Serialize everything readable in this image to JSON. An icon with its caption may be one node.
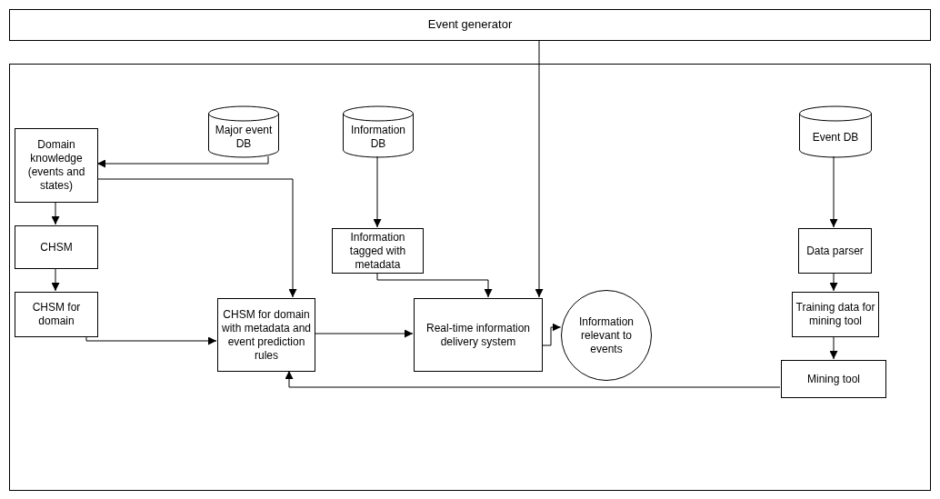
{
  "diagram": {
    "nodes": [
      {
        "text": [
          "Event generator"
        ]
      },
      {
        "text": [],
        "shape": "box"
      },
      {
        "text": [
          "Domain knowledge (events and states)"
        ],
        "in": 1
      },
      {
        "text": [
          "Major event DB"
        ],
        "in": 1
      },
      {
        "text": [
          "Information DB"
        ],
        "in": 1
      },
      {
        "text": [
          "Event DB"
        ],
        "in": 1
      },
      {
        "text": [
          "CHSM"
        ],
        "in": 1
      },
      {
        "text": [
          "Information tagged with metadata"
        ],
        "in": 1
      },
      {
        "text": [
          "Data parser"
        ],
        "in": 1
      },
      {
        "text": [
          "CHSM for domain"
        ],
        "in": 1
      },
      {
        "text": [
          "Training data for mining tool"
        ],
        "in": 1
      },
      {
        "text": [
          "CHSM for domain with metadata and event prediction rules"
        ],
        "in": 1
      },
      {
        "text": [
          "Real-time information delivery system"
        ],
        "in": 1
      },
      {
        "text": [
          "Information relevant to events"
        ],
        "in": 1
      },
      {
        "text": [
          "Mining tool"
        ],
        "in": 1
      }
    ],
    "edges": [
      {
        "from": 0,
        "to": 12,
        "arrow": "to"
      },
      {
        "from": 3,
        "to": 2,
        "arrow": "to"
      },
      {
        "from": 2,
        "to": 11,
        "arrow": "to"
      },
      {
        "from": 2,
        "to": 6,
        "arrow": "to"
      },
      {
        "from": 6,
        "to": 9,
        "arrow": "to"
      },
      {
        "from": 9,
        "to": 11,
        "arrow": "to"
      },
      {
        "from": 4,
        "to": 7,
        "arrow": "to"
      },
      {
        "from": 7,
        "to": 12,
        "arrow": "to"
      },
      {
        "from": 11,
        "to": 12,
        "arrow": "to"
      },
      {
        "from": 12,
        "to": 13,
        "arrow": "to"
      },
      {
        "from": 5,
        "to": 8,
        "arrow": "to"
      },
      {
        "from": 8,
        "to": 10,
        "arrow": "to"
      },
      {
        "from": 10,
        "to": 14,
        "arrow": "to"
      },
      {
        "from": 14,
        "to": 11,
        "arrow": "to"
      }
    ]
  }
}
